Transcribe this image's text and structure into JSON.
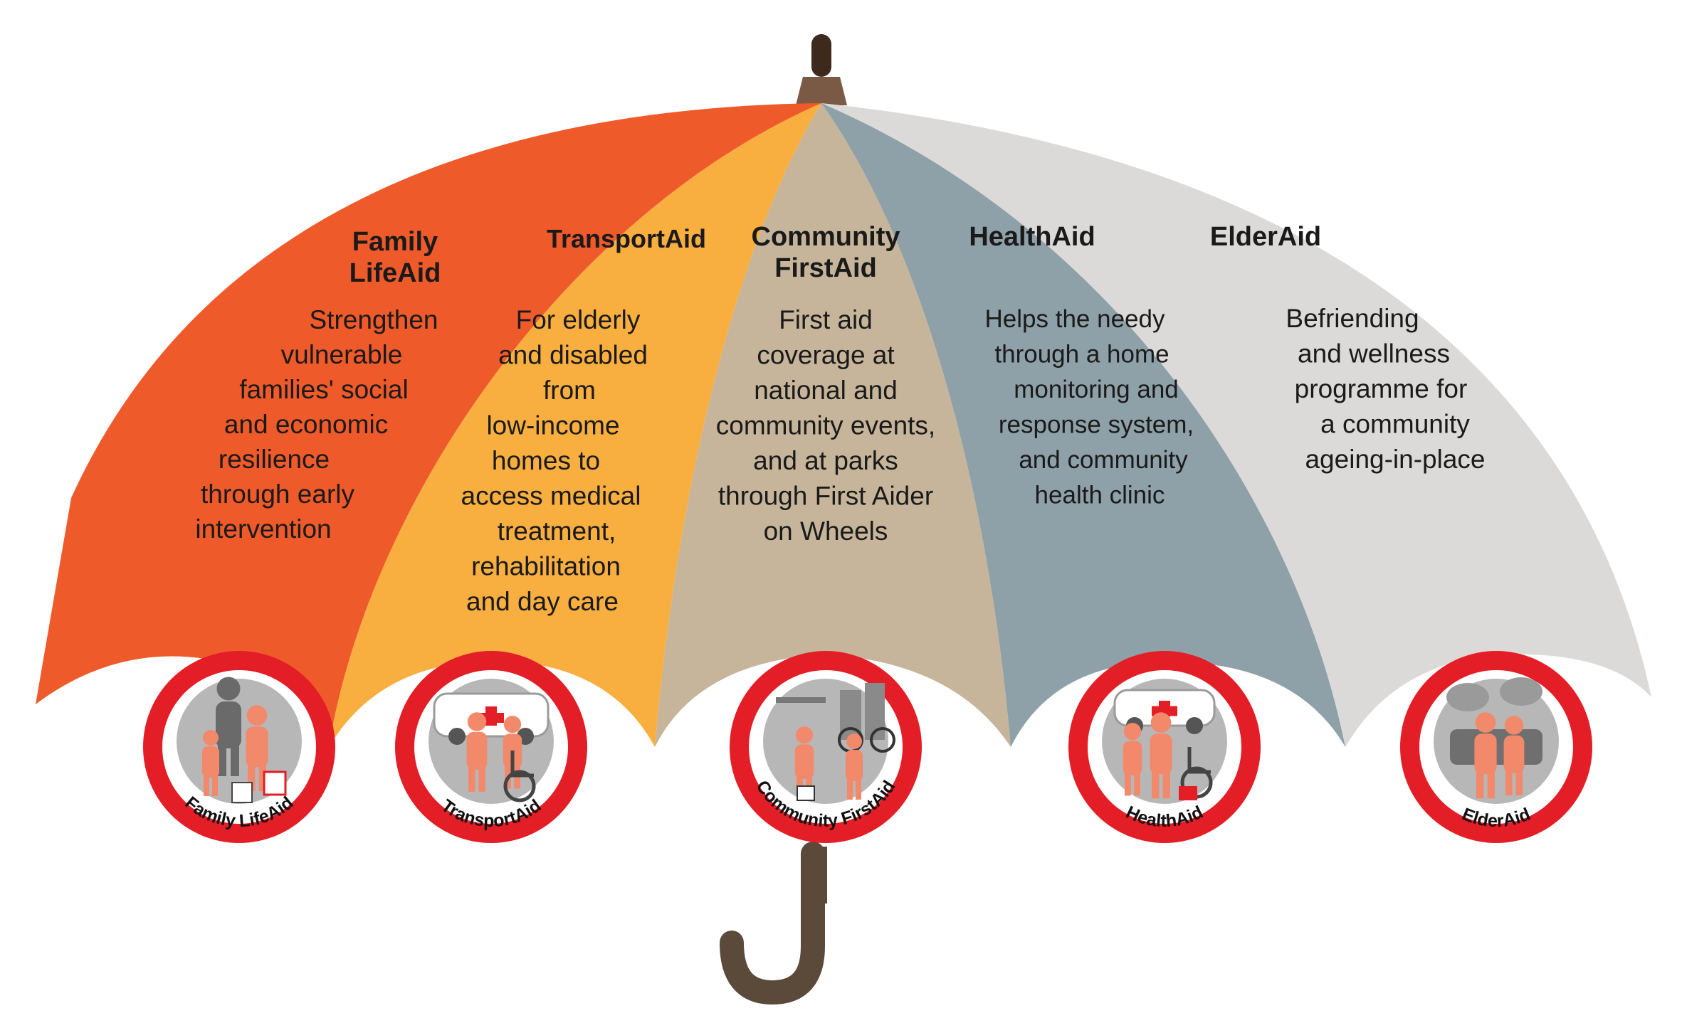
{
  "colors": {
    "family": "#EF5A2A",
    "transport": "#F9AE40",
    "community": "#C6B59A",
    "health": "#8EA0A8",
    "elder": "#DCDAD8",
    "badge_red": "#E31E26",
    "badge_inner": "#B7B7B7",
    "figure": "#F2896B",
    "handle": "#5B4A3A",
    "tip": "#3E2A1C"
  },
  "segments": [
    {
      "key": "family",
      "title": [
        "Family",
        "LifeAid"
      ],
      "description": [
        "Strengthen",
        "vulnerable",
        "families' social",
        "and economic",
        "resilience",
        "through early",
        "intervention"
      ],
      "badge_label": "Family LifeAid",
      "badge_icon": "family-icon"
    },
    {
      "key": "transport",
      "title": [
        "TransportAid"
      ],
      "description": [
        "For elderly",
        "and disabled",
        "from",
        "low-income",
        "homes to",
        "access medical",
        "treatment,",
        "rehabilitation",
        "and day care"
      ],
      "badge_label": "TransportAid",
      "badge_icon": "ambulance-wheelchair-icon"
    },
    {
      "key": "community",
      "title": [
        "Community",
        "FirstAid"
      ],
      "description": [
        "First aid",
        "coverage at",
        "national and",
        "community events,",
        "and at parks",
        "through First Aider",
        "on Wheels"
      ],
      "badge_label": "Community FirstAid",
      "badge_icon": "first-aid-bicycle-icon"
    },
    {
      "key": "health",
      "title": [
        "HealthAid"
      ],
      "description": [
        "Helps the needy",
        "through a home",
        "monitoring and",
        "response system,",
        "and community",
        "health clinic"
      ],
      "badge_label": "HealthAid",
      "badge_icon": "doctor-ambulance-icon"
    },
    {
      "key": "elder",
      "title": [
        "ElderAid"
      ],
      "description": [
        "Befriending",
        "and wellness",
        "programme for",
        "a community",
        "ageing-in-place"
      ],
      "badge_label": "ElderAid",
      "badge_icon": "elderly-couple-icon"
    }
  ]
}
